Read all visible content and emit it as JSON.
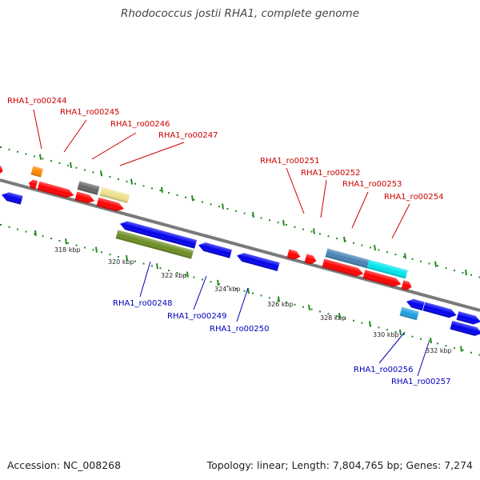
{
  "title": "Rhodococcus jostii RHA1, complete genome",
  "footer": {
    "accession": "Accession: NC_008268",
    "summary": "Topology: linear; Length: 7,804,765 bp; Genes: 7,274"
  },
  "colors": {
    "backbone": "#7a7a7a",
    "tick": "#228b22",
    "dot": "#228b22",
    "top_label": "#cc0000",
    "bottom_label": "#0000bb",
    "gene_red": "#ff0000",
    "gene_blue": "#0000ee",
    "gene_orange": "#ff8800",
    "gene_gray": "#666666",
    "gene_khaki": "#eee08a",
    "gene_olive": "#6b8e23",
    "gene_steel": "#4682b4",
    "gene_cyan": "#00e5ee",
    "gene_skyblue": "#1ea0e0"
  },
  "scale_labels": [
    "318 kbp",
    "320 kbp",
    "322 kbp",
    "324 kbp",
    "326 kbp",
    "328 kbp",
    "330 kbp",
    "332 kbp"
  ],
  "top_gene_labels": [
    "RHA1_ro00244",
    "RHA1_ro00245",
    "RHA1_ro00246",
    "RHA1_ro00247",
    "RHA1_ro00251",
    "RHA1_ro00252",
    "RHA1_ro00253",
    "RHA1_ro00254"
  ],
  "bottom_gene_labels": [
    "RHA1_ro00248",
    "RHA1_ro00249",
    "RHA1_ro00250",
    "RHA1_ro00256",
    "RHA1_ro00257"
  ]
}
